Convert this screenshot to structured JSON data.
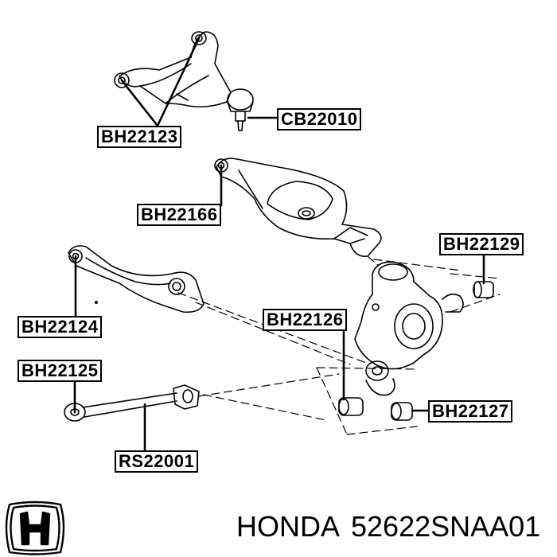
{
  "labels": {
    "bh22123": "BH22123",
    "cb22010": "CB22010",
    "bh22166": "BH22166",
    "bh22129": "BH22129",
    "bh22124": "BH22124",
    "bh22126": "BH22126",
    "bh22125": "BH22125",
    "bh22127": "BH22127",
    "rs22001": "RS22001"
  },
  "footer": {
    "brand": "HONDA",
    "part_number": "52622SNAA01"
  },
  "logo": {
    "icon": "honda-h-logo-icon",
    "color": "#000000"
  },
  "colors": {
    "line": "#000000",
    "label_border": "#000000",
    "background": "#ffffff"
  }
}
